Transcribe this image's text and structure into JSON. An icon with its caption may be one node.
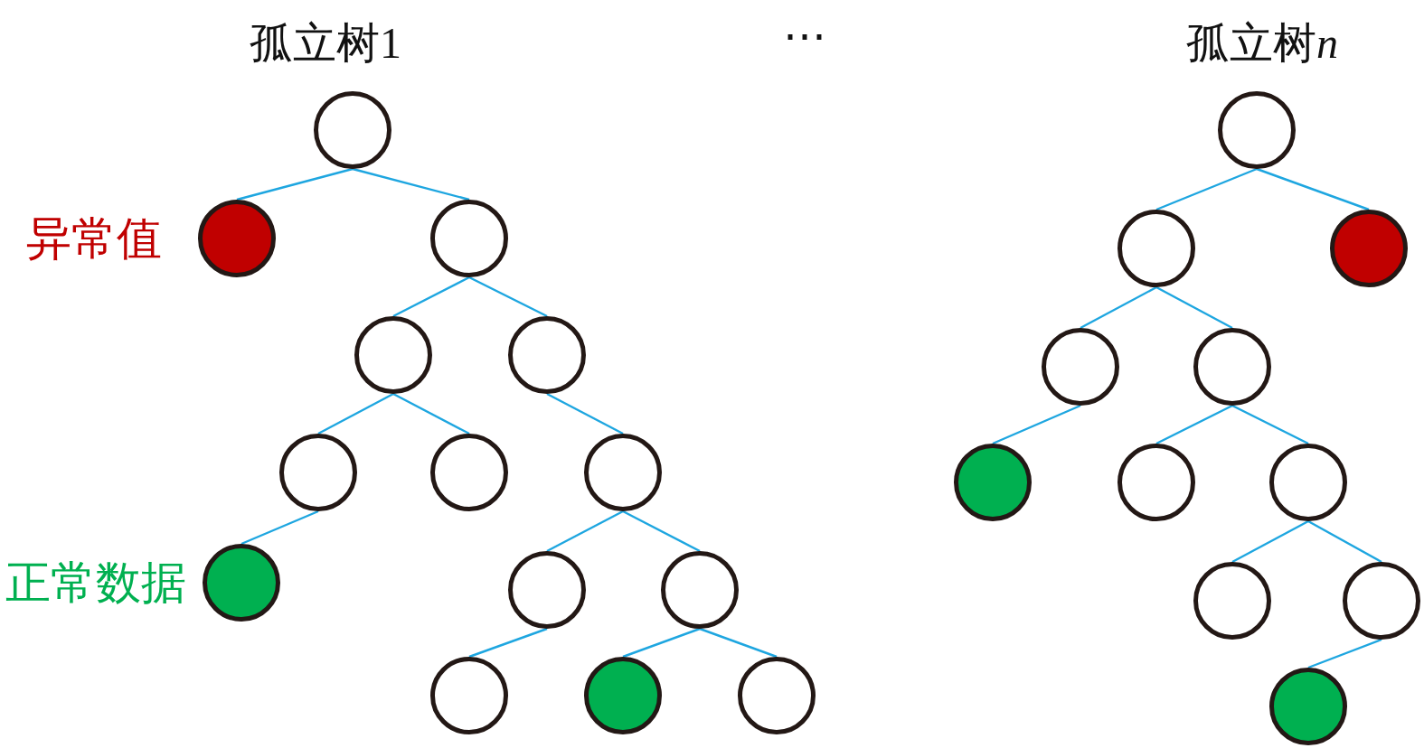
{
  "diagram": {
    "nodes": [
      {
        "text": [],
        "shape": "circle",
        "beside": [
          "孤立树1"
        ]
      },
      {
        "text": [],
        "shape": "circle"
      },
      {
        "text": [],
        "shape": "circle"
      },
      {
        "text": [],
        "shape": "circle"
      },
      {
        "text": [],
        "shape": "circle"
      },
      {
        "text": [],
        "shape": "circle"
      },
      {
        "text": [],
        "shape": "circle"
      },
      {
        "text": [],
        "shape": "circle"
      },
      {
        "text": [],
        "shape": "circle"
      },
      {
        "text": [],
        "shape": "circle"
      },
      {
        "text": [],
        "shape": "circle"
      },
      {
        "text": [],
        "shape": "circle"
      },
      {
        "text": [],
        "shape": "circle"
      },
      {
        "text": [],
        "shape": "circle"
      },
      {
        "text": [],
        "shape": "circle",
        "beside": [
          "孤立树n"
        ]
      },
      {
        "text": [],
        "shape": "circle"
      },
      {
        "text": [],
        "shape": "circle"
      },
      {
        "text": [],
        "shape": "circle"
      },
      {
        "text": [],
        "shape": "circle"
      },
      {
        "text": [],
        "shape": "circle"
      },
      {
        "text": [],
        "shape": "circle"
      },
      {
        "text": [],
        "shape": "circle"
      },
      {
        "text": [],
        "shape": "circle"
      },
      {
        "text": [],
        "shape": "circle"
      },
      {
        "text": [],
        "shape": "circle"
      }
    ],
    "edges": [
      {
        "from": 0,
        "to": 1,
        "arrow": "none"
      },
      {
        "from": 0,
        "to": 2,
        "arrow": "none"
      },
      {
        "from": 2,
        "to": 3,
        "arrow": "none"
      },
      {
        "from": 2,
        "to": 4,
        "arrow": "none"
      },
      {
        "from": 3,
        "to": 5,
        "arrow": "none"
      },
      {
        "from": 3,
        "to": 6,
        "arrow": "none"
      },
      {
        "from": 4,
        "to": 7,
        "arrow": "none"
      },
      {
        "from": 5,
        "to": 8,
        "arrow": "none"
      },
      {
        "from": 7,
        "to": 9,
        "arrow": "none"
      },
      {
        "from": 7,
        "to": 10,
        "arrow": "none"
      },
      {
        "from": 9,
        "to": 11,
        "arrow": "none"
      },
      {
        "from": 10,
        "to": 12,
        "arrow": "none"
      },
      {
        "from": 10,
        "to": 13,
        "arrow": "none"
      },
      {
        "from": 14,
        "to": 15,
        "arrow": "none"
      },
      {
        "from": 14,
        "to": 16,
        "arrow": "none"
      },
      {
        "from": 15,
        "to": 17,
        "arrow": "none"
      },
      {
        "from": 15,
        "to": 18,
        "arrow": "none"
      },
      {
        "from": 17,
        "to": 19,
        "arrow": "none"
      },
      {
        "from": 18,
        "to": 20,
        "arrow": "none"
      },
      {
        "from": 18,
        "to": 21,
        "arrow": "none"
      },
      {
        "from": 21,
        "to": 22,
        "arrow": "none"
      },
      {
        "from": 21,
        "to": 23,
        "arrow": "none"
      },
      {
        "from": 23,
        "to": 24,
        "arrow": "none"
      }
    ],
    "labels": [
      "⋯"
    ],
    "legend": [
      {
        "text": "异常值",
        "color": "#c00000"
      },
      {
        "text": "正常数据",
        "color": "#00b050"
      }
    ]
  }
}
